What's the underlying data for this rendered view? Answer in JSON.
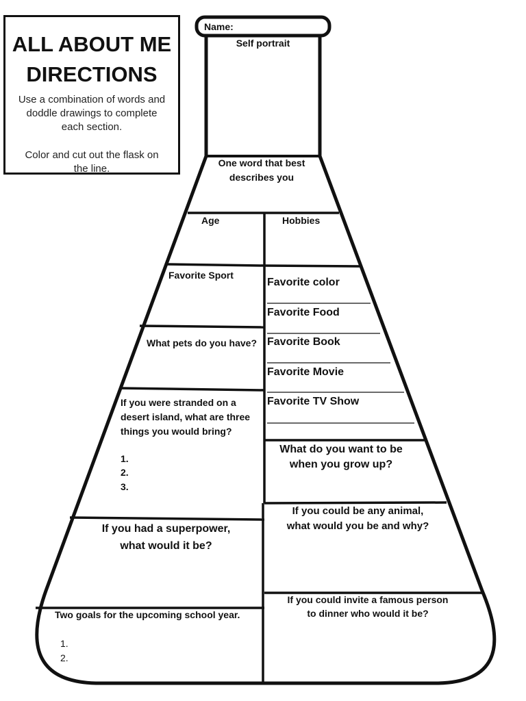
{
  "directions": {
    "title_line1": "ALL ABOUT ME",
    "title_line2": "DIRECTIONS",
    "text1_line1": "Use a combination of words and",
    "text1_line2": "doddle drawings to complete",
    "text1_line3": "each section.",
    "text2_line1": "Color and cut out the flask on",
    "text2_line2": "the  line."
  },
  "flask": {
    "name_label": "Name:",
    "self_portrait": "Self portrait",
    "one_word_line1": "One word that best",
    "one_word_line2": "describes you",
    "age": "Age",
    "hobbies": "Hobbies",
    "favorite_sport": "Favorite Sport",
    "pets": "What pets do you have?",
    "favorites": {
      "color": "Favorite color",
      "food": "Favorite Food",
      "book": "Favorite Book",
      "movie": "Favorite Movie",
      "tv_show": "Favorite TV Show"
    },
    "island_line1": "If you were stranded on a",
    "island_line2": "desert island, what are three",
    "island_line3": "things you would bring?",
    "island_items": [
      "1.",
      "2.",
      "3."
    ],
    "grow_up_line1": "What do you want to be",
    "grow_up_line2": "when you grow up?",
    "animal_line1": "If you could be any animal,",
    "animal_line2": "what would you be and why?",
    "superpower_line1": "If you had a superpower,",
    "superpower_line2": "what would it be?",
    "famous_line1": "If you could invite a famous person",
    "famous_line2": "to dinner who would it be?",
    "goals_title": "Two goals for the upcoming school year.",
    "goals_items": [
      "1.",
      "2."
    ]
  }
}
